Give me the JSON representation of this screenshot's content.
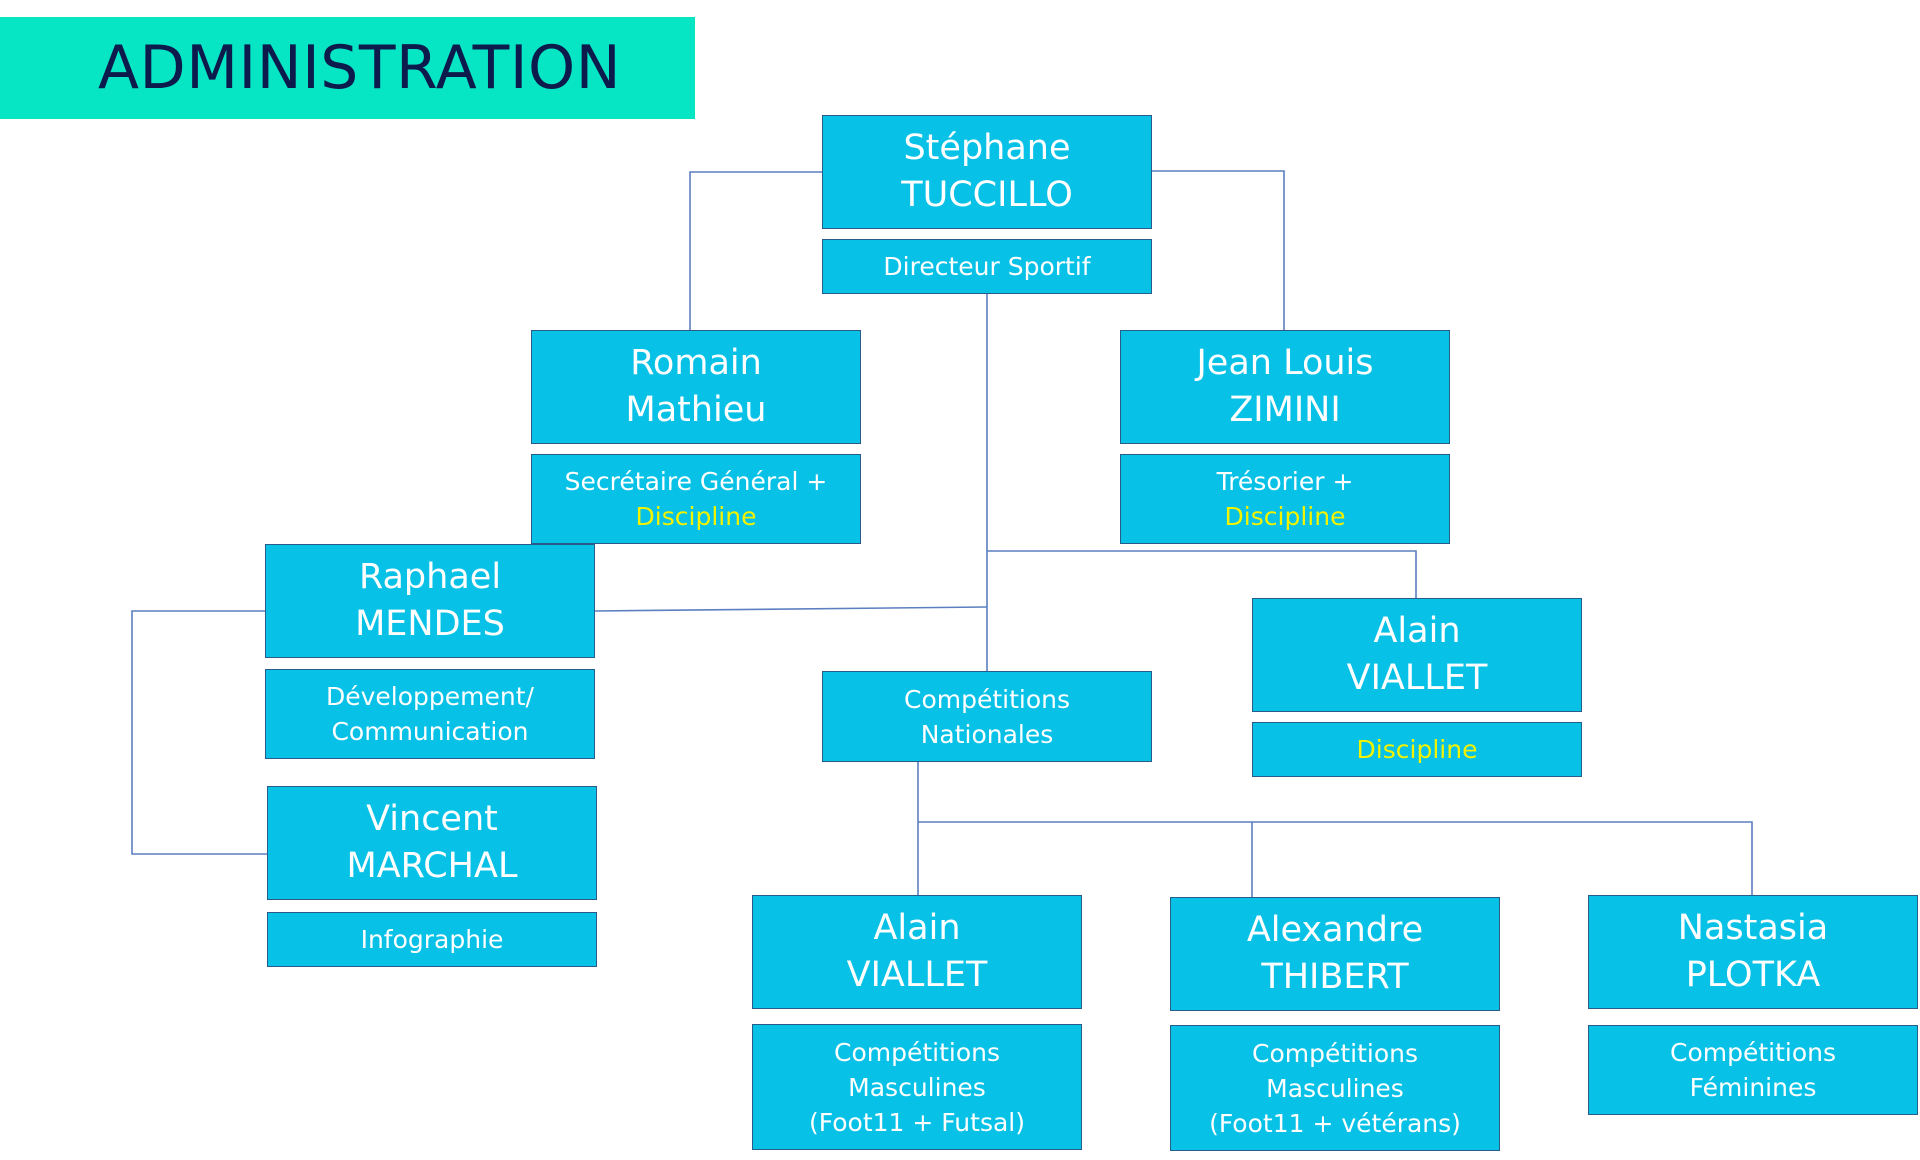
{
  "title": "ADMINISTRATION",
  "colors": {
    "banner": "#07e6c4",
    "box": "#07c1e6",
    "border": "#2a5c8a",
    "text": "#ffffff",
    "highlight": "#f3f300",
    "title_text": "#0d1b4c",
    "connector": "#5b7fc0"
  },
  "nodes": [
    {
      "id": "tuccillo",
      "first": "Stéphane",
      "last": "TUCCILLO",
      "role": [
        "Directeur Sportif"
      ],
      "role_highlight": []
    },
    {
      "id": "mathieu",
      "first": "Romain",
      "last": "Mathieu",
      "role": [
        "Secrétaire Général +"
      ],
      "role_highlight": [
        "Discipline"
      ]
    },
    {
      "id": "zimini",
      "first": "Jean Louis",
      "last": "ZIMINI",
      "role": [
        "Trésorier +"
      ],
      "role_highlight": [
        "Discipline"
      ]
    },
    {
      "id": "mendes",
      "first": "Raphael",
      "last": "MENDES",
      "role": [
        "Développement/",
        "Communication"
      ],
      "role_highlight": []
    },
    {
      "id": "viallet-discipline",
      "first": "Alain",
      "last": "VIALLET",
      "role": [],
      "role_highlight": [
        "Discipline"
      ]
    },
    {
      "id": "marchal",
      "first": "Vincent",
      "last": "MARCHAL",
      "role": [
        "Infographie"
      ],
      "role_highlight": []
    },
    {
      "id": "viallet-competitions",
      "first": "Alain",
      "last": "VIALLET",
      "role": [
        "Compétitions",
        "Masculines",
        "(Foot11 + Futsal)"
      ],
      "role_highlight": []
    },
    {
      "id": "thibert",
      "first": "Alexandre",
      "last": "THIBERT",
      "role": [
        "Compétitions",
        "Masculines",
        "(Foot11 + vétérans)"
      ],
      "role_highlight": []
    },
    {
      "id": "plotka",
      "first": "Nastasia",
      "last": "PLOTKA",
      "role": [
        "Compétitions",
        "Féminines"
      ],
      "role_highlight": []
    }
  ],
  "groups": [
    {
      "id": "competitions-nationales",
      "lines": [
        "Compétitions",
        "Nationales"
      ]
    }
  ],
  "edges": [
    {
      "from": "tuccillo",
      "to": "mathieu"
    },
    {
      "from": "tuccillo",
      "to": "zimini"
    },
    {
      "from": "tuccillo",
      "to": "mendes"
    },
    {
      "from": "tuccillo",
      "to": "viallet-discipline"
    },
    {
      "from": "tuccillo",
      "to": "competitions-nationales"
    },
    {
      "from": "mendes",
      "to": "marchal"
    },
    {
      "from": "competitions-nationales",
      "to": "viallet-competitions"
    },
    {
      "from": "competitions-nationales",
      "to": "thibert"
    },
    {
      "from": "competitions-nationales",
      "to": "plotka"
    }
  ]
}
